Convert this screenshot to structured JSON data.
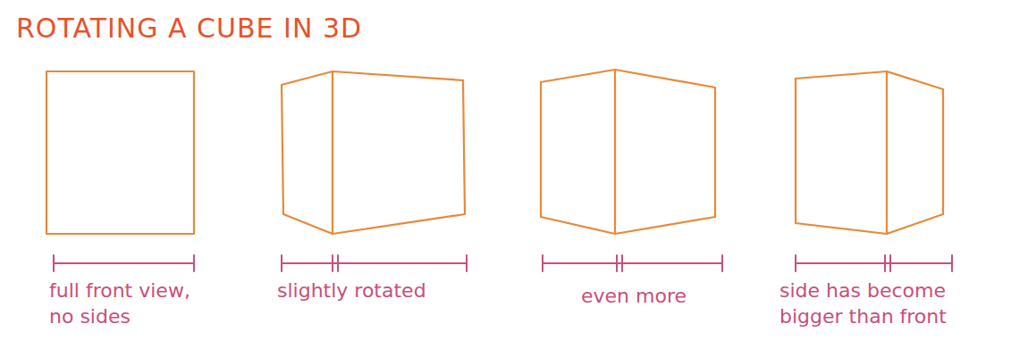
{
  "diagram": {
    "title": "ROTATING A CUBE IN 3D",
    "labels": [
      "full front view, no sides",
      "slightly rotated",
      "even more",
      "side has become bigger than front"
    ]
  }
}
